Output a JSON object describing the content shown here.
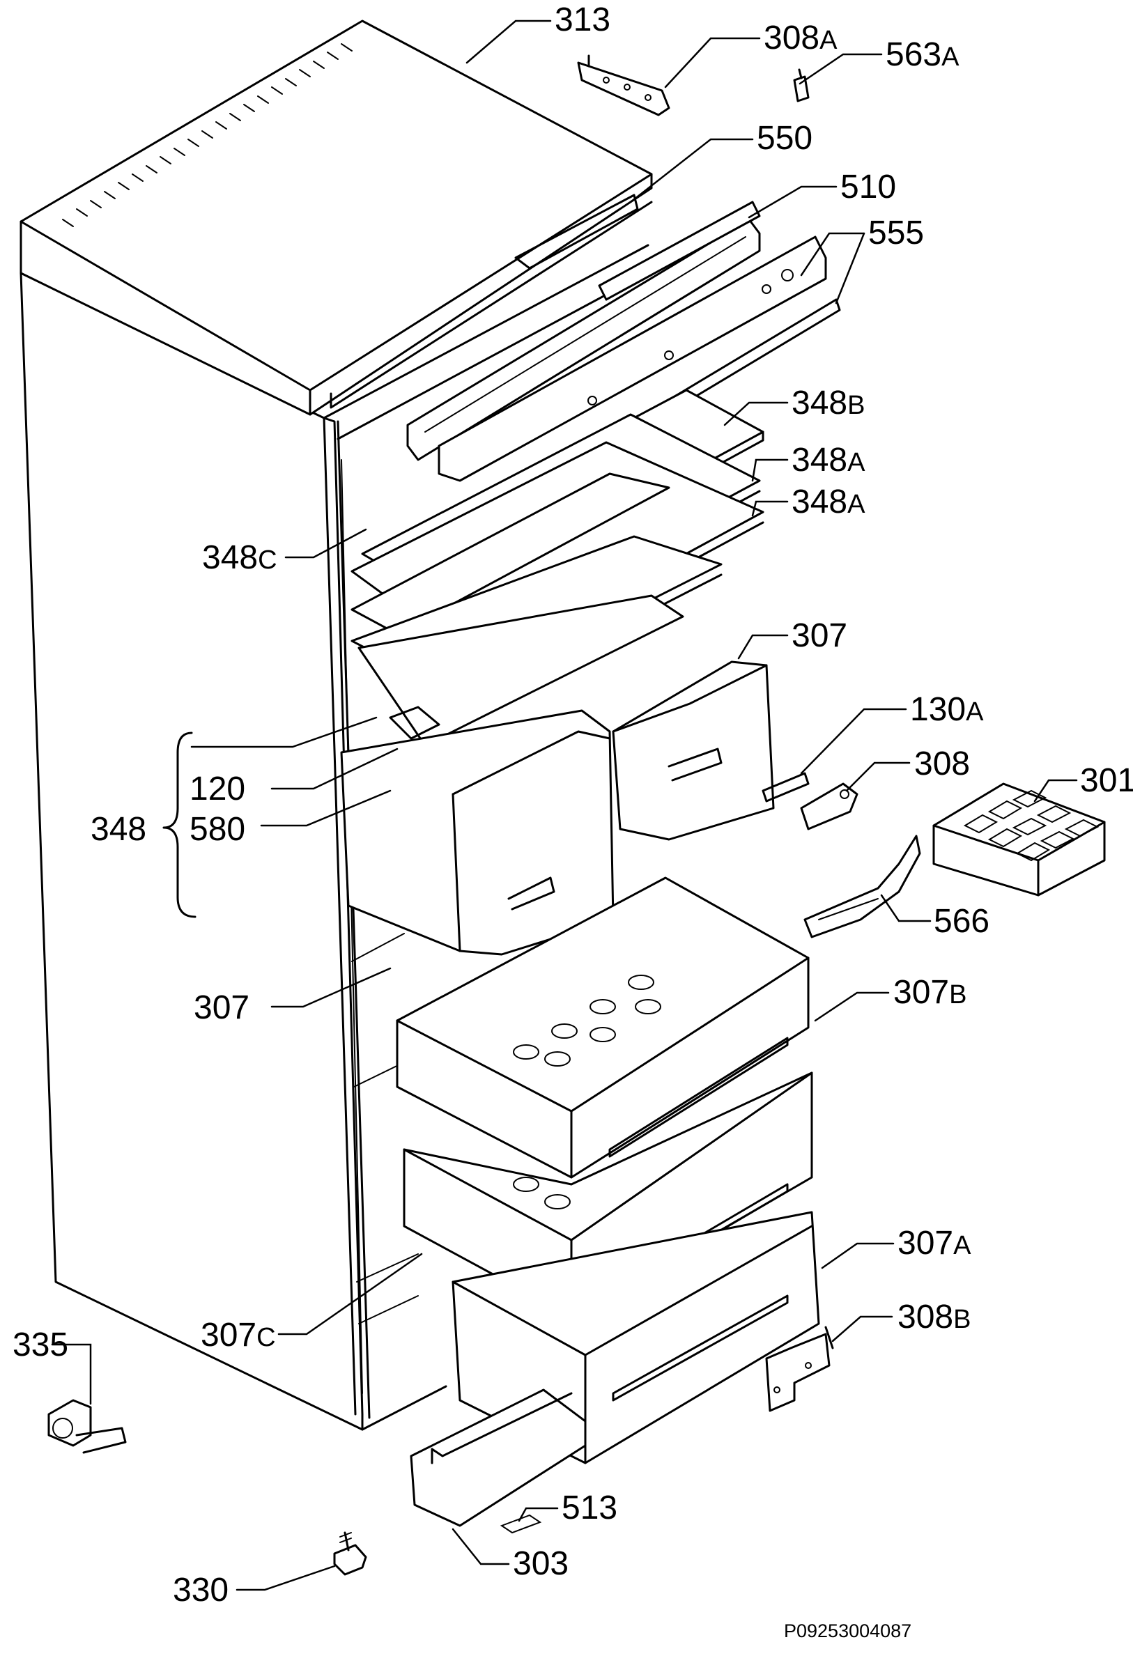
{
  "labels": [
    {
      "id": "313",
      "num": "313",
      "sfx": ""
    },
    {
      "id": "308a",
      "num": "308",
      "sfx": "A"
    },
    {
      "id": "563a",
      "num": "563",
      "sfx": "A"
    },
    {
      "id": "550",
      "num": "550",
      "sfx": ""
    },
    {
      "id": "510",
      "num": "510",
      "sfx": ""
    },
    {
      "id": "555",
      "num": "555",
      "sfx": ""
    },
    {
      "id": "348b",
      "num": "348",
      "sfx": "B"
    },
    {
      "id": "348a-1",
      "num": "348",
      "sfx": "A"
    },
    {
      "id": "348a-2",
      "num": "348",
      "sfx": "A"
    },
    {
      "id": "348c",
      "num": "348",
      "sfx": "C"
    },
    {
      "id": "307-top",
      "num": "307",
      "sfx": ""
    },
    {
      "id": "130a",
      "num": "130",
      "sfx": "A"
    },
    {
      "id": "308",
      "num": "308",
      "sfx": ""
    },
    {
      "id": "301",
      "num": "301",
      "sfx": ""
    },
    {
      "id": "120",
      "num": "120",
      "sfx": ""
    },
    {
      "id": "348",
      "num": "348",
      "sfx": ""
    },
    {
      "id": "580",
      "num": "580",
      "sfx": ""
    },
    {
      "id": "566",
      "num": "566",
      "sfx": ""
    },
    {
      "id": "307-mid",
      "num": "307",
      "sfx": ""
    },
    {
      "id": "307b",
      "num": "307",
      "sfx": "B"
    },
    {
      "id": "307a",
      "num": "307",
      "sfx": "A"
    },
    {
      "id": "335",
      "num": "335",
      "sfx": ""
    },
    {
      "id": "308b",
      "num": "308",
      "sfx": "B"
    },
    {
      "id": "307c",
      "num": "307",
      "sfx": "C"
    },
    {
      "id": "513",
      "num": "513",
      "sfx": ""
    },
    {
      "id": "303",
      "num": "303",
      "sfx": ""
    },
    {
      "id": "330",
      "num": "330",
      "sfx": ""
    }
  ],
  "drawing_code": "P09253004087"
}
